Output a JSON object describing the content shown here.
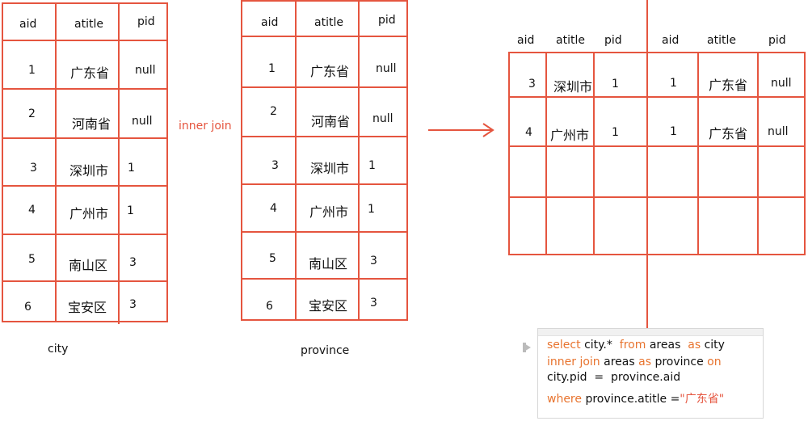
{
  "city_table": {
    "caption": "city",
    "headers": [
      "aid",
      "atitle",
      "pid"
    ],
    "rows": [
      [
        "1",
        "广东省",
        "null"
      ],
      [
        "2",
        "河南省",
        "null"
      ],
      [
        "3",
        "深圳市",
        "1"
      ],
      [
        "4",
        "广州市",
        "1"
      ],
      [
        "5",
        "南山区",
        "3"
      ],
      [
        "6",
        "宝安区",
        "3"
      ]
    ]
  },
  "province_table": {
    "caption": "province",
    "headers": [
      "aid",
      "atitle",
      "pid"
    ],
    "rows": [
      [
        "1",
        "广东省",
        "null"
      ],
      [
        "2",
        "河南省",
        "null"
      ],
      [
        "3",
        "深圳市",
        "1"
      ],
      [
        "4",
        "广州市",
        "1"
      ],
      [
        "5",
        "南山区",
        "3"
      ],
      [
        "6",
        "宝安区",
        "3"
      ]
    ]
  },
  "join_label": "inner join",
  "result_table": {
    "headers": [
      "aid",
      "atitle",
      "pid",
      "aid",
      "atitle",
      "pid"
    ],
    "rows": [
      [
        "3",
        "深圳市",
        "1",
        "1",
        "广东省",
        "null"
      ],
      [
        "4",
        "广州市",
        "1",
        "1",
        "广东省",
        "null"
      ]
    ]
  },
  "sql": {
    "line1": {
      "kw1": "select",
      "t1": "city.*",
      "kw2": "from",
      "t2": "areas",
      "kw3": "as",
      "t3": "city"
    },
    "line2": {
      "kw1": "inner join",
      "t1": "areas",
      "kw2": "as",
      "t2": "province",
      "kw3": "on"
    },
    "line3": {
      "t1": "city.pid",
      "op": "=",
      "t2": "province.aid"
    },
    "line4": {
      "kw1": "where",
      "t1": "province.atitle =",
      "str": "\"广东省\""
    }
  },
  "colors": {
    "line": "#e5553f",
    "keyword": "#e8742f"
  }
}
